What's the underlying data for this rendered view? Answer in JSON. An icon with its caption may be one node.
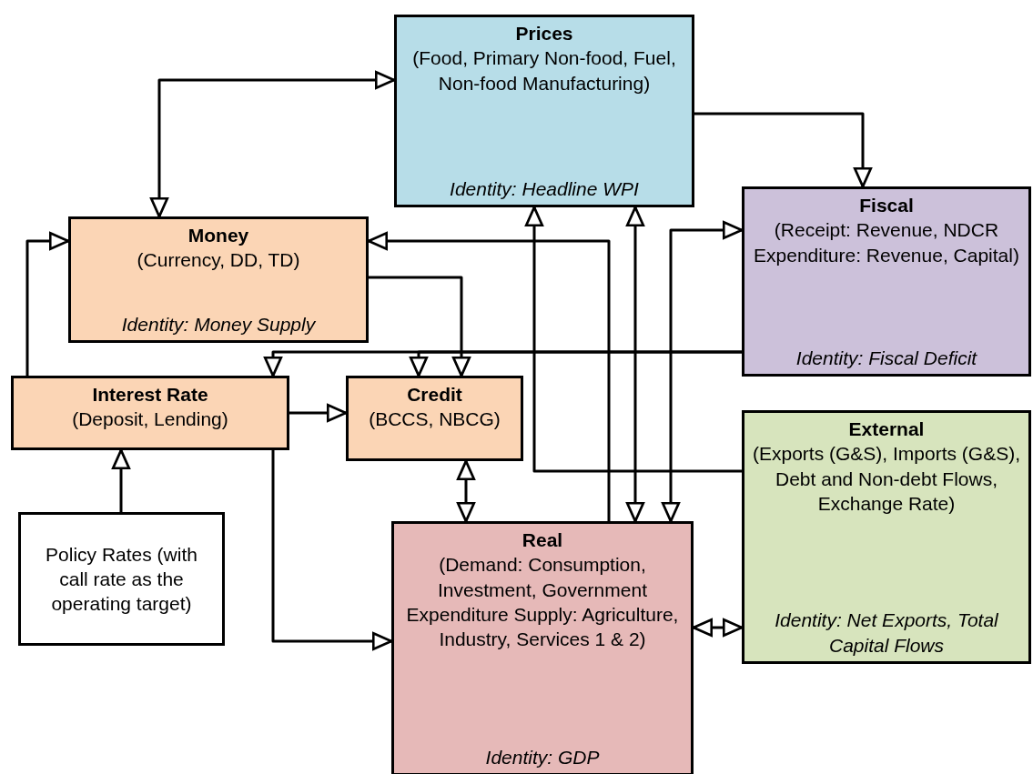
{
  "diagram": {
    "nodes": [
      {
        "text": [
          "Prices",
          "(Food, Primary Non-food, Fuel, Non-food Manufacturing)",
          "Identity: Headline WPI"
        ]
      },
      {
        "text": [
          "Money",
          "(Currency, DD, TD)",
          "Identity: Money Supply"
        ]
      },
      {
        "text": [
          "Fiscal",
          "(Receipt: Revenue, NDCR Expenditure: Revenue, Capital)",
          "Identity: Fiscal Deficit"
        ]
      },
      {
        "text": [
          "Interest Rate",
          "(Deposit, Lending)"
        ]
      },
      {
        "text": [
          "Credit",
          "(BCCS, NBCG)"
        ]
      },
      {
        "text": [
          "External",
          "(Exports (G&S), Imports (G&S), Debt and Non-debt Flows, Exchange Rate)",
          "Identity: Net Exports, Total Capital Flows"
        ]
      },
      {
        "text": [
          "Policy Rates (with call rate as the operating target)"
        ]
      },
      {
        "text": [
          "Real",
          "(Demand: Consumption, Investment, Government Expenditure Supply: Agriculture, Industry, Services 1 & 2)",
          "Identity: GDP"
        ]
      }
    ],
    "edges": [
      {
        "from": 1,
        "to": 0,
        "arrow": "both"
      },
      {
        "from": 0,
        "to": 2,
        "arrow": "to"
      },
      {
        "from": 7,
        "to": 1,
        "arrow": "to"
      },
      {
        "from": 5,
        "to": 0,
        "arrow": "to"
      },
      {
        "from": 0,
        "to": 7,
        "arrow": "both"
      },
      {
        "from": 2,
        "to": 7,
        "arrow": "both"
      },
      {
        "from": 2,
        "to": 3,
        "arrow": "to"
      },
      {
        "from": 2,
        "to": 4,
        "arrow": "to"
      },
      {
        "from": 1,
        "to": 4,
        "arrow": "to"
      },
      {
        "from": 3,
        "to": 1,
        "arrow": "to"
      },
      {
        "from": 3,
        "to": 4,
        "arrow": "to"
      },
      {
        "from": 3,
        "to": 7,
        "arrow": "to"
      },
      {
        "from": 6,
        "to": 3,
        "arrow": "to"
      },
      {
        "from": 4,
        "to": 7,
        "arrow": "both"
      },
      {
        "from": 7,
        "to": 5,
        "arrow": "both"
      }
    ]
  }
}
